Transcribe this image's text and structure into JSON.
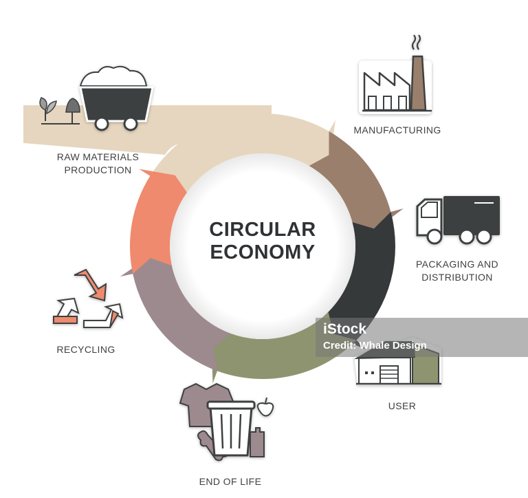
{
  "center": {
    "line1": "CIRCULAR",
    "line2": "ECONOMY"
  },
  "stages": {
    "raw_materials": {
      "line1": "RAW MATERIALS",
      "line2": "PRODUCTION"
    },
    "manufacturing": {
      "line1": "MANUFACTURING"
    },
    "packaging": {
      "line1": "PACKAGING AND",
      "line2": "DISTRIBUTION"
    },
    "user": {
      "line1": "USER"
    },
    "end_of_life": {
      "line1": "END OF LIFE"
    },
    "recycling": {
      "line1": "RECYCLING"
    }
  },
  "watermark": {
    "brand": "iStock",
    "credit": "Credit: Whale Design"
  },
  "colors": {
    "raw_materials": "#e6d6bf",
    "manufacturing": "#9a7f6d",
    "packaging": "#35393a",
    "user": "#8f9470",
    "end_of_life": "#9d8a8f",
    "recycling": "#ef8a6e",
    "icon_dark": "#3c3f40"
  }
}
